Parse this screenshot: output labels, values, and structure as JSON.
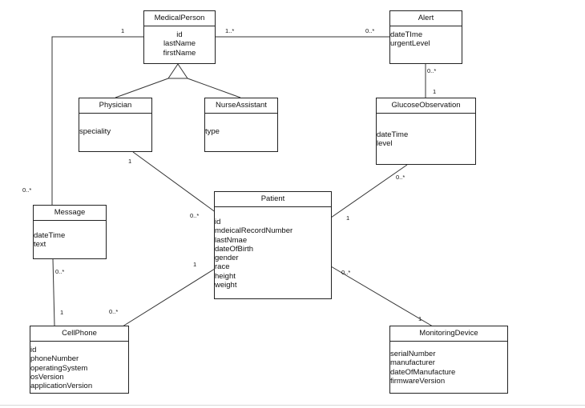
{
  "classes": {
    "medical_person": {
      "name": "MedicalPerson",
      "attributes": [
        "id",
        "lastName",
        "firstName"
      ]
    },
    "alert": {
      "name": "Alert",
      "attributes": [
        "dateTIme",
        "urgentLevel"
      ]
    },
    "physician": {
      "name": "Physician",
      "attributes": [
        "speciality"
      ]
    },
    "nurse_assistant": {
      "name": "NurseAssistant",
      "attributes": [
        "type"
      ]
    },
    "glucose_observation": {
      "name": "GlucoseObservation",
      "attributes": [
        "dateTime",
        "level"
      ]
    },
    "message": {
      "name": "Message",
      "attributes": [
        "dateTime",
        "text"
      ]
    },
    "patient": {
      "name": "Patient",
      "attributes": [
        "id",
        "mdeicalRecordNumber",
        "lastNmae",
        "dateOfBirth",
        "gender",
        "race",
        "height",
        "weight"
      ]
    },
    "cell_phone": {
      "name": "CellPhone",
      "attributes": [
        "id",
        "phoneNumber",
        "operatingSystem",
        "osVersion",
        "applicationVersion"
      ]
    },
    "monitoring_device": {
      "name": "MonitoringDevice",
      "attributes": [
        "serialNumber",
        "manufacturer",
        "dateOfManufacture",
        "firmwareVersion"
      ]
    }
  },
  "multiplicities": {
    "mp_message_mp_end": "1",
    "mp_message_msg_end": "0..*",
    "mp_alert_mp_end": "1..*",
    "mp_alert_alert_end": "0..*",
    "alert_glucose_alert_end": "0..*",
    "alert_glucose_glucose_end": "1",
    "physician_patient_phys_end": "1",
    "physician_patient_patient_end": "0..*",
    "glucose_patient_glucose_end": "0..*",
    "glucose_patient_patient_end": "1",
    "message_cell_msg_end": "0..*",
    "message_cell_cell_end": "1",
    "patient_cell_patient_end": "1",
    "patient_cell_cell_end": "0..*",
    "patient_device_patient_end": "0..*",
    "patient_device_device_end": "1"
  }
}
